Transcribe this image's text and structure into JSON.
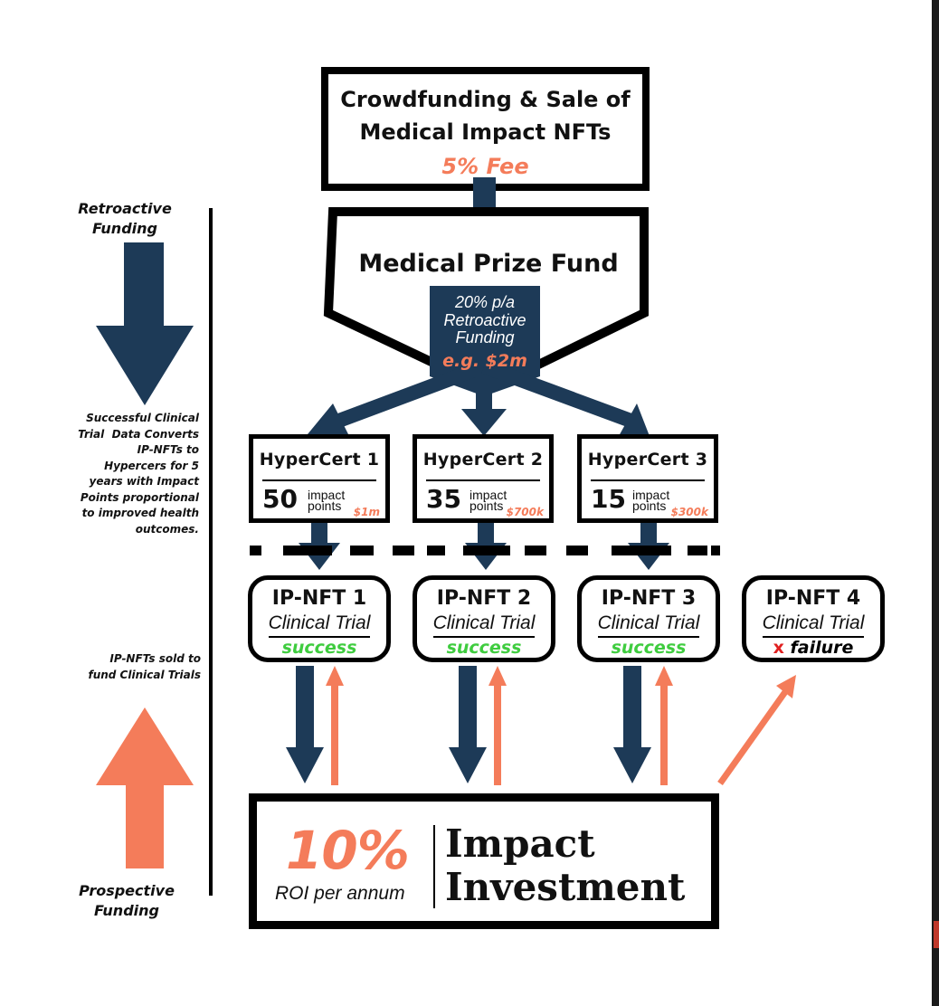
{
  "colors": {
    "navy": "#1d3a57",
    "coral": "#f47c5a",
    "success_green": "#3fcc3f",
    "failure_red": "#e02020",
    "black": "#000000"
  },
  "top_box": {
    "title_line1": "Crowdfunding & Sale of",
    "title_line2": "Medical Impact NFTs",
    "fee": "5% Fee"
  },
  "prize_fund": {
    "title": "Medical Prize Fund",
    "rate_line1": "20% p/a",
    "rate_line2": "Retroactive",
    "rate_line3": "Funding",
    "example": "e.g. $2m"
  },
  "side": {
    "retroactive": "Retroactive\nFunding",
    "hypercert_note": "Successful Clinical\nTrial  Data Converts\nIP-NFTs to\nHypercers for 5\nyears with Impact\nPoints proportional\nto improved health\noutcomes.",
    "ipnft_note": "IP-NFTs sold to\nfund Clinical Trials",
    "prospective": "Prospective\nFunding"
  },
  "hypercerts": [
    {
      "title": "HyperCert 1",
      "points": "50",
      "unit_line1": "impact",
      "unit_line2": "points",
      "value": "$1m"
    },
    {
      "title": "HyperCert 2",
      "points": "35",
      "unit_line1": "impact",
      "unit_line2": "points",
      "value": "$700k"
    },
    {
      "title": "HyperCert 3",
      "points": "15",
      "unit_line1": "impact",
      "unit_line2": "points",
      "value": "$300k"
    }
  ],
  "ipnfts": [
    {
      "title": "IP-NFT 1",
      "subtitle": "Clinical Trial",
      "status": "success"
    },
    {
      "title": "IP-NFT 2",
      "subtitle": "Clinical Trial",
      "status": "success"
    },
    {
      "title": "IP-NFT 3",
      "subtitle": "Clinical Trial",
      "status": "success"
    },
    {
      "title": "IP-NFT 4",
      "subtitle": "Clinical Trial",
      "status_mark": "x",
      "status": "failure"
    }
  ],
  "investment": {
    "roi": "10%",
    "roi_label": "ROI per annum",
    "title_line1": "Impact",
    "title_line2": "Investment"
  }
}
